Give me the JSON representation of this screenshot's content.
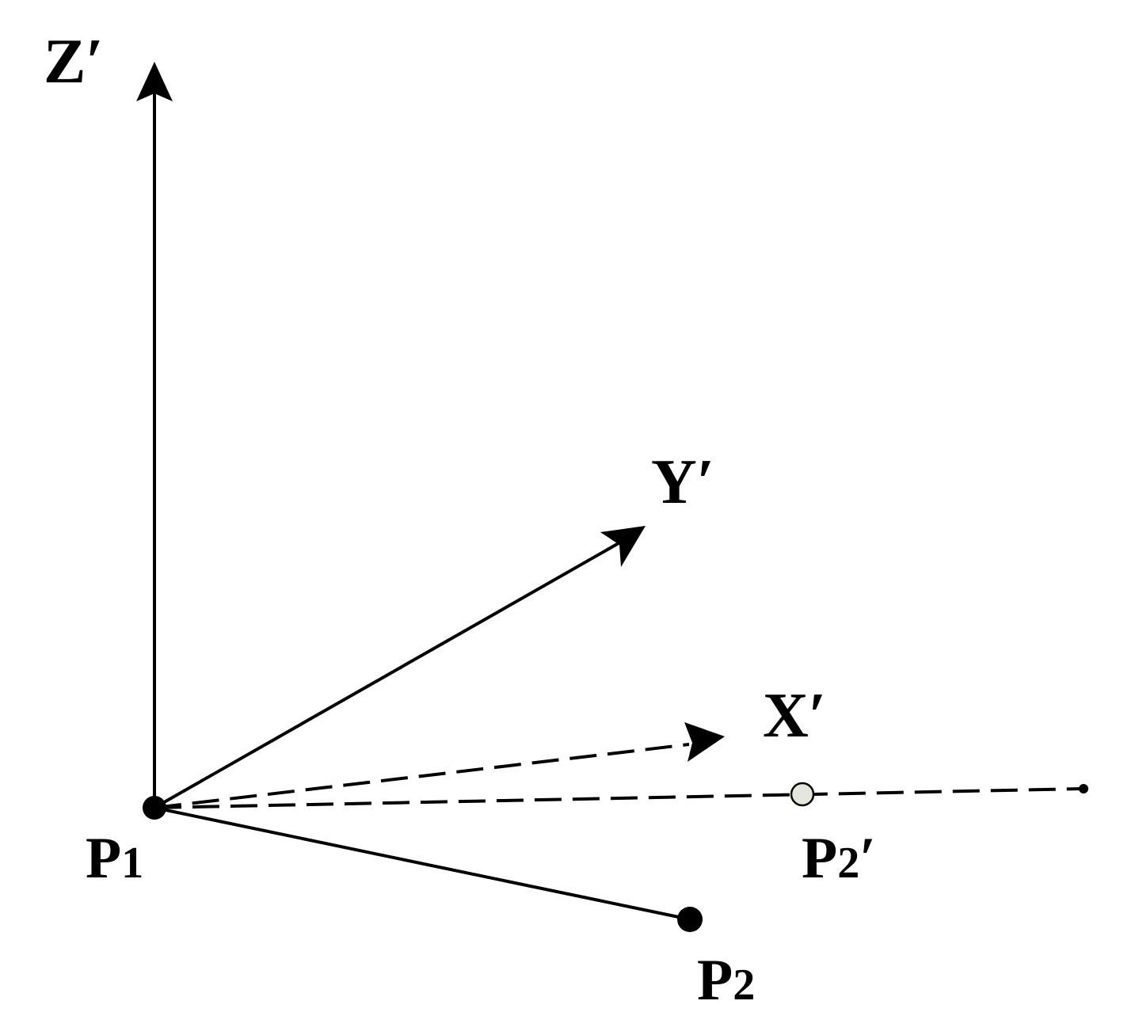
{
  "labels": {
    "z_axis": "Z′",
    "y_axis": "Y′",
    "x_axis": "X′",
    "p1": {
      "main": "P",
      "sub": "1",
      "suffix": ""
    },
    "p2": {
      "main": "P",
      "sub": "2",
      "suffix": ""
    },
    "p2_prime": {
      "main": "P",
      "sub": "2",
      "suffix": "′"
    }
  },
  "colors": {
    "stroke": "#000000",
    "p2_prime_fill": "#e4e6dc"
  }
}
